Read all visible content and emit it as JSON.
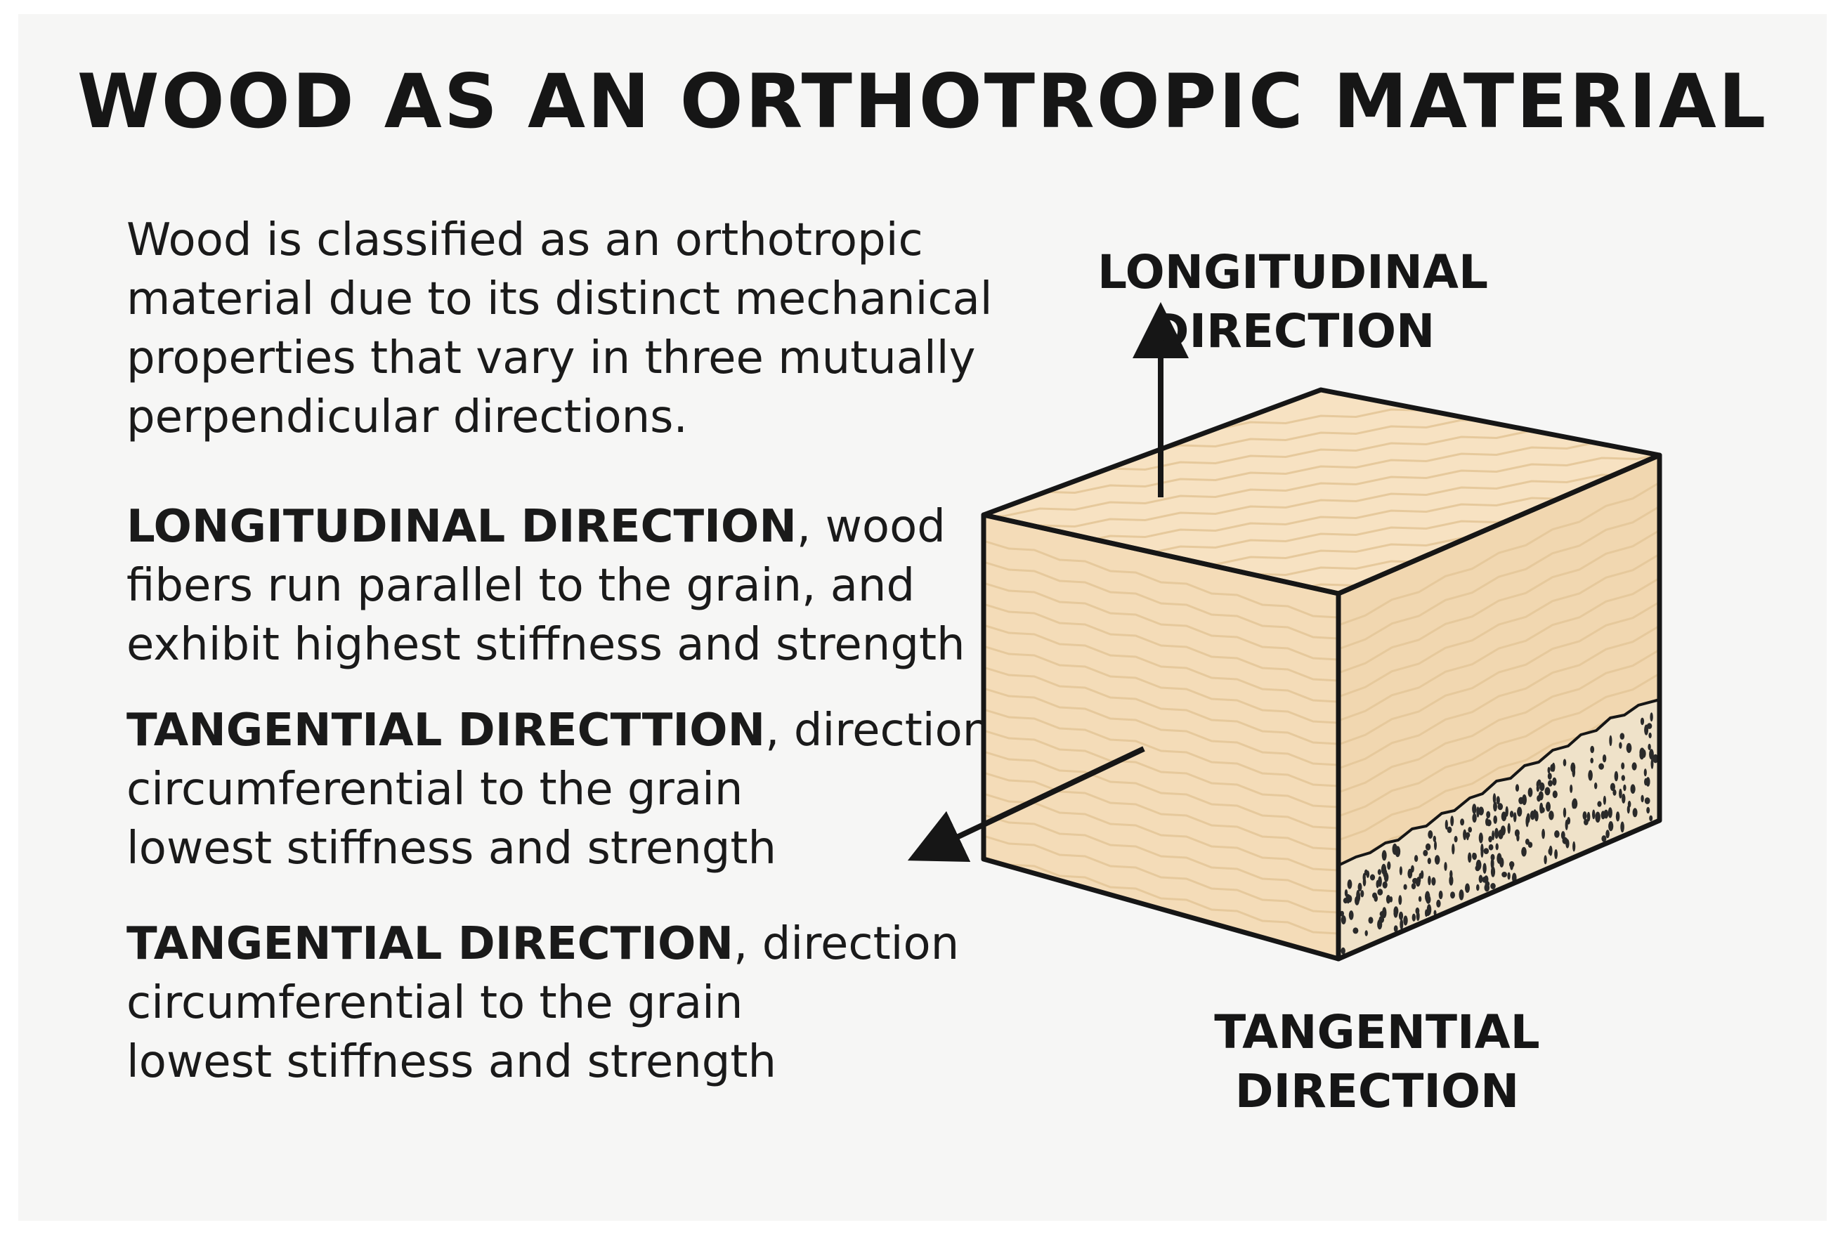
{
  "title": "WOOD AS AN ORTHOTROPIC MATERIAL",
  "intro": {
    "lines": [
      "Wood is classified as an orthotropic",
      "material due to its distinct mechanical",
      "properties that vary in three mutually",
      "perpendicular directions."
    ]
  },
  "longitudinal_desc": {
    "lead": "LONGITUDINAL DIRECTION",
    "line1_rest": ", wood",
    "line2": "fibers run parallel to the grain, and",
    "line3": "exhibit highest stiffness and strength"
  },
  "tangential_desc_1": {
    "lead": "TANGENTIAL DIRECTTION",
    "line1_rest": ", direction",
    "line2": "circumferential to the grain",
    "line3": "lowest stiffness and strength"
  },
  "tangential_desc_2": {
    "lead": "TANGENTIAL DIRECTION",
    "line1_rest": ", direction",
    "line2": "circumferential to the grain",
    "line3": "lowest stiffness and strength"
  },
  "diagram_labels": {
    "longitudinal": [
      "LONGITUDINAL",
      "DIRECTION"
    ],
    "tangential": [
      "TANGENTIAL",
      "DIRECTION"
    ]
  },
  "colors": {
    "wood_front": "#f4dcb8",
    "wood_top": "#f7e2c2",
    "wood_side": "#f1d7b0",
    "end_grain": "#efe2c9",
    "outline": "#161616",
    "grain_line": "#e6c99c"
  }
}
